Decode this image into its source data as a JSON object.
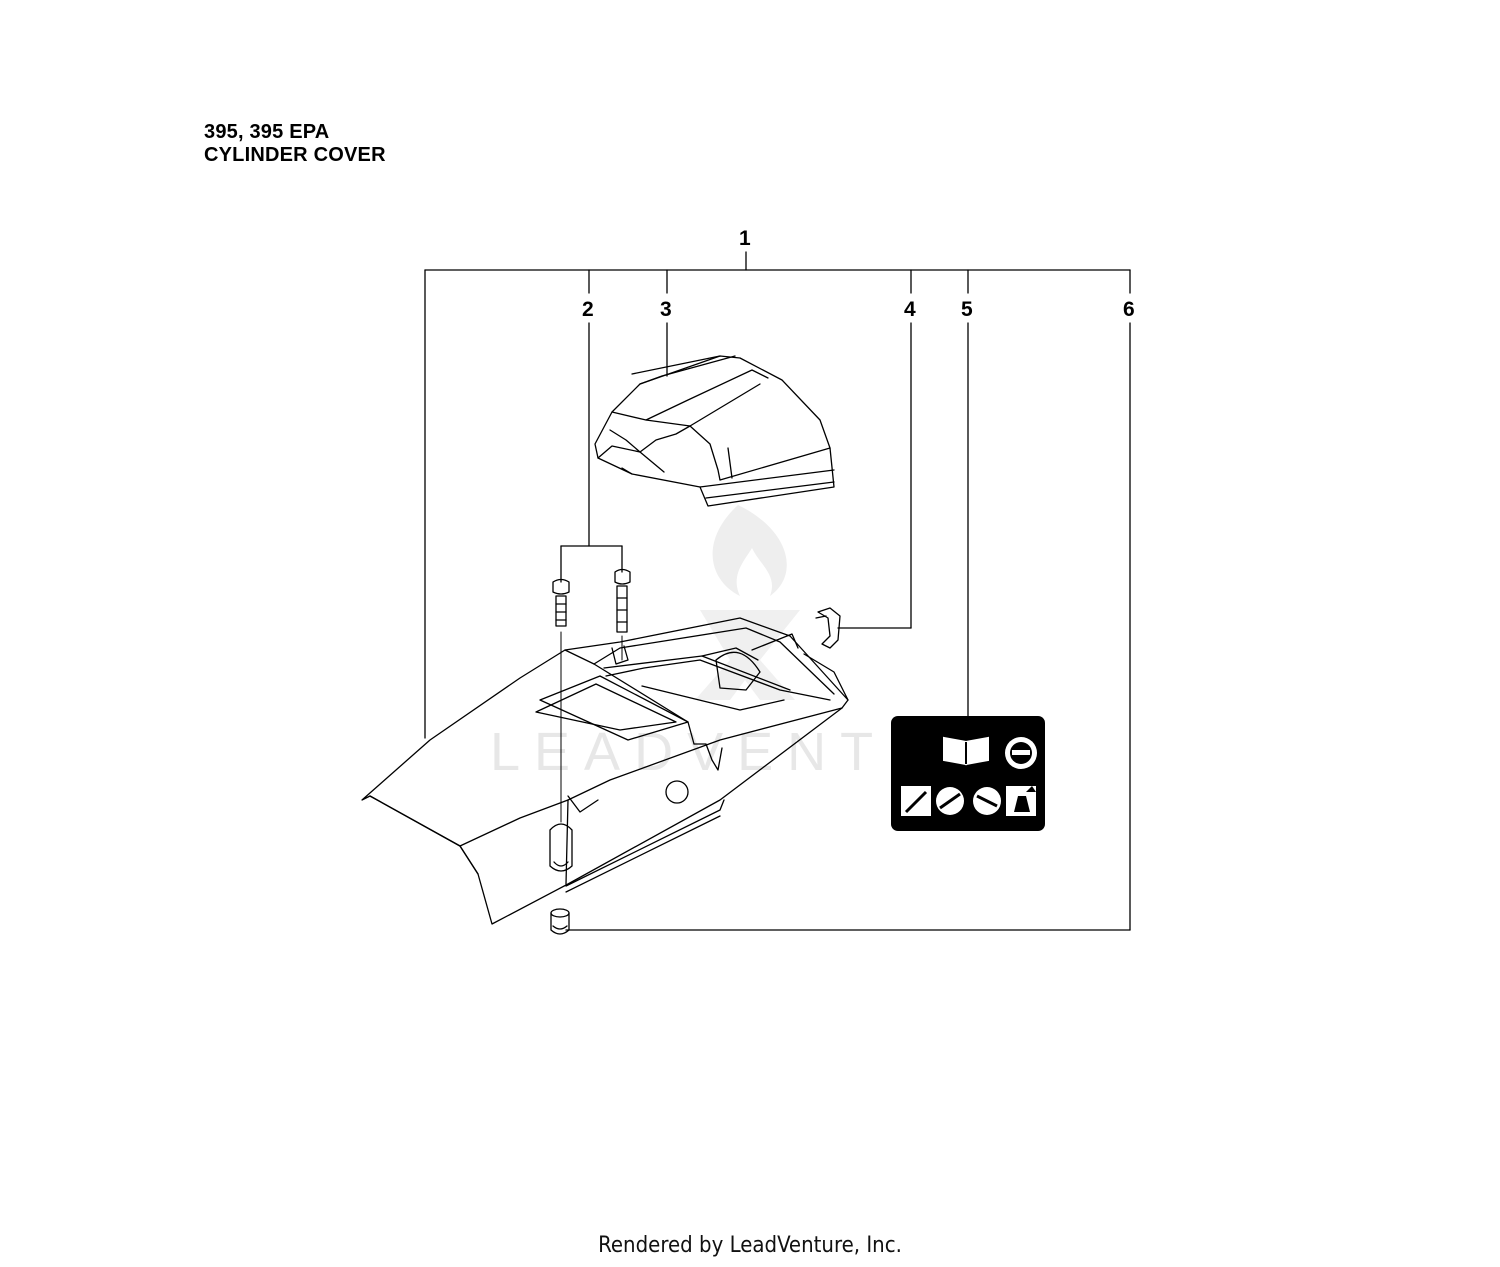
{
  "header": {
    "model": "395, 395 EPA",
    "section": "CYLINDER COVER"
  },
  "callouts": [
    {
      "id": "1",
      "label": "1"
    },
    {
      "id": "2",
      "label": "2"
    },
    {
      "id": "3",
      "label": "3"
    },
    {
      "id": "4",
      "label": "4"
    },
    {
      "id": "5",
      "label": "5"
    },
    {
      "id": "6",
      "label": "6"
    }
  ],
  "watermark": "LEADVENTURE",
  "footer": "Rendered by LeadVenture, Inc.",
  "colors": {
    "line": "#000000",
    "decal_background": "#000000",
    "watermark": "#e7e7e7"
  }
}
